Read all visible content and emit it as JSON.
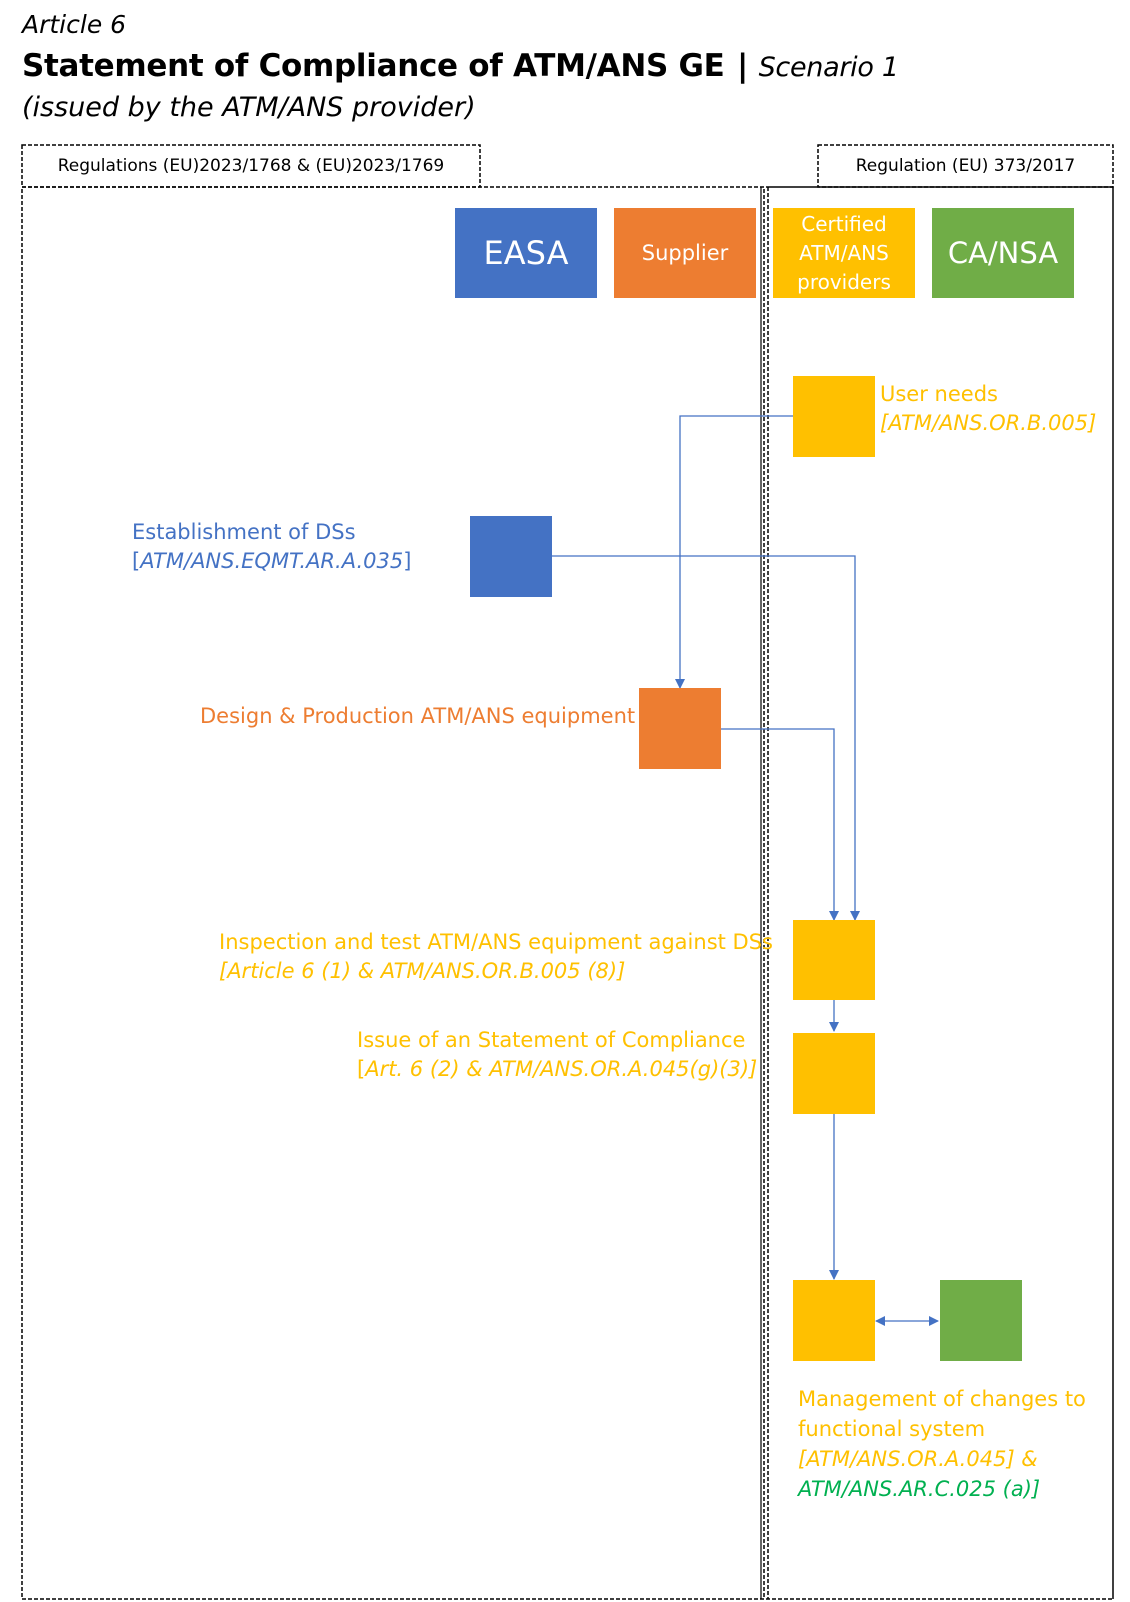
{
  "header": {
    "article": "Article 6",
    "title_main": "Statement of Compliance of ATM/ANS GE",
    "title_sep": "|",
    "title_scenario": "Scenario 1",
    "subtitle": "(issued by the ATM/ANS provider)"
  },
  "regulations": {
    "left": "Regulations (EU)2023/1768 & (EU)2023/1769",
    "right": "Regulation (EU) 373/2017"
  },
  "lanes": {
    "easa": "EASA",
    "supplier": "Supplier",
    "providers": [
      "Certified",
      "ATM/ANS",
      "providers"
    ],
    "ca_nsa": "CA/NSA"
  },
  "steps": {
    "user_needs": {
      "title": "User needs",
      "ref": "[ATM/ANS.OR.B.005]"
    },
    "establishment": {
      "title": "Establishment of DSs",
      "ref_open": "[",
      "ref": "ATM/ANS.EQMT.AR.A.035",
      "ref_close": "]"
    },
    "design": {
      "title": "Design & Production ATM/ANS equipment"
    },
    "inspection": {
      "title": "Inspection and test ATM/ANS equipment against  DSs",
      "ref": "[Article 6 (1) & ATM/ANS.OR.B.005 (8)]"
    },
    "issue": {
      "title": "Issue of an Statement of Compliance",
      "ref_open": "[",
      "ref": "Art. 6 (2) & ATM/ANS.OR.A.045(g)(3)]"
    },
    "management": {
      "line1": "Management of changes to",
      "line2": "functional system",
      "ref1": "[ATM/ANS.OR.A.045] &",
      "ref2": "ATM/ANS.AR.C.025 (a)]"
    }
  },
  "colors": {
    "easa_blue": "#4472C4",
    "supplier_orange": "#ED7D31",
    "provider_yellow": "#FFC000",
    "nsa_green": "#70AD47",
    "management_ref_green": "#00B050",
    "connector_blue": "#4472C4"
  }
}
